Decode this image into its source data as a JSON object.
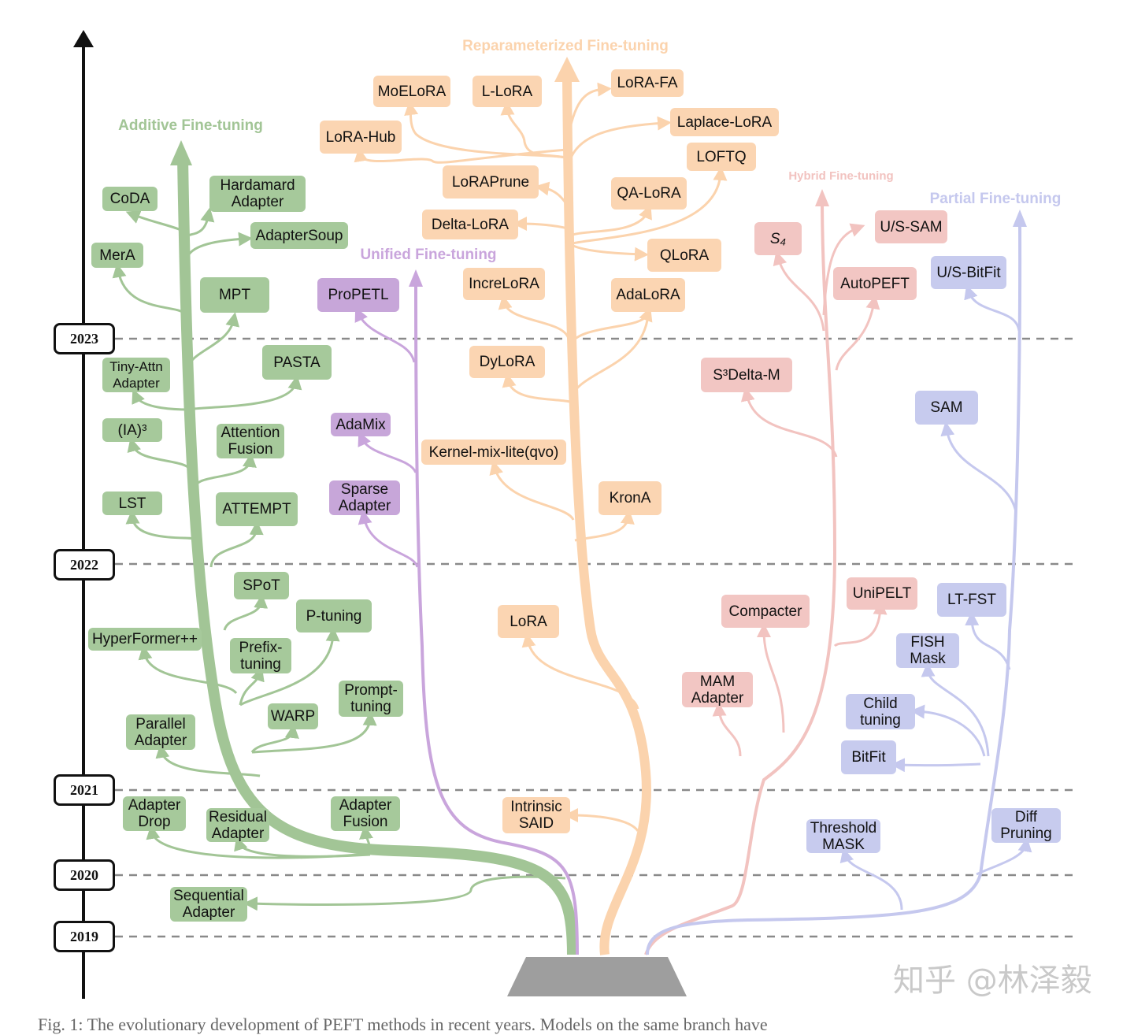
{
  "colors": {
    "additive": "#a2c596",
    "reparameterized": "#fbd3ad",
    "unified": "#c9a5dc",
    "hybrid": "#f2c3c0",
    "partial": "#c5c8ee",
    "axis": "#111111",
    "root": "#9e9e9e"
  },
  "categories": {
    "additive": "Additive Fine-tuning",
    "reparameterized": "Reparameterized Fine-tuning",
    "unified": "Unified Fine-tuning",
    "hybrid": "Hybrid Fine-tuning",
    "partial": "Partial Fine-tuning"
  },
  "years": [
    "2023",
    "2022",
    "2021",
    "2020",
    "2019"
  ],
  "nodes": {
    "coda": "CoDA",
    "hardamard_adapter": "Hardamard\nAdapter",
    "adaptersoup": "AdapterSoup",
    "mera": "MerA",
    "mpt": "MPT",
    "tiny_attn_adapter": "Tiny-Attn\nAdapter",
    "pasta": "PASTA",
    "ia3": "(IA)³",
    "attention_fusion": "Attention\nFusion",
    "lst": "LST",
    "attempt": "ATTEMPT",
    "spot": "SPoT",
    "p_tuning": "P-tuning",
    "hyperformer": "HyperFormer++",
    "prefix_tuning": "Prefix-\ntuning",
    "prompt_tuning": "Prompt-\ntuning",
    "warp": "WARP",
    "parallel_adapter": "Parallel\nAdapter",
    "adapter_drop": "Adapter\nDrop",
    "residual_adapter": "Residual\nAdapter",
    "adapter_fusion": "Adapter\nFusion",
    "sequential_adapter": "Sequential\nAdapter",
    "propetl": "ProPETL",
    "adamix": "AdaMix",
    "sparse_adapter": "Sparse\nAdapter",
    "moelora": "MoELoRA",
    "l_lora": "L-LoRA",
    "lora_fa": "LoRA-FA",
    "lora_hub": "LoRA-Hub",
    "laplace_lora": "Laplace-LoRA",
    "loftq": "LOFTQ",
    "loraprune": "LoRAPrune",
    "qa_lora": "QA-LoRA",
    "delta_lora": "Delta-LoRA",
    "qlora": "QLoRA",
    "increlora": "IncreLoRA",
    "adalora": "AdaLoRA",
    "dylora": "DyLoRA",
    "kernel_mix": "Kernel-mix-lite(qvo)",
    "krona": "KronA",
    "lora": "LoRA",
    "intrinsic_said": "Intrinsic\nSAID",
    "s4": "S₄",
    "us_sam": "U/S-SAM",
    "autopeft": "AutoPEFT",
    "s3delta_m": "S³Delta-M",
    "compacter": "Compacter",
    "unipelt": "UniPELT",
    "mam_adapter": "MAM\nAdapter",
    "us_bitfit": "U/S-BitFit",
    "sam": "SAM",
    "lt_fst": "LT-FST",
    "fish_mask": "FISH\nMask",
    "child_tuning": "Child\ntuning",
    "bitfit": "BitFit",
    "threshold_mask": "Threshold\nMASK",
    "diff_pruning": "Diff\nPruning"
  },
  "watermark": "知乎 @林泽毅",
  "caption": "Fig. 1: The evolutionary development of PEFT methods in recent years. Models on the same branch have"
}
